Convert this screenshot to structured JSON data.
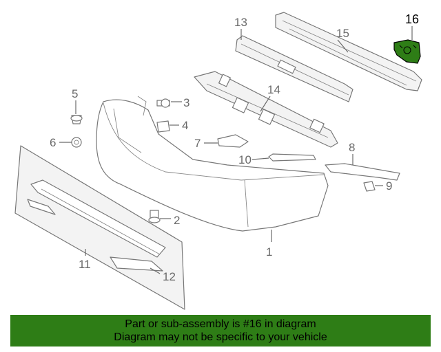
{
  "diagram": {
    "callouts": {
      "c1": "1",
      "c2": "2",
      "c3": "3",
      "c4": "4",
      "c5": "5",
      "c6": "6",
      "c7": "7",
      "c8": "8",
      "c9": "9",
      "c10": "10",
      "c11": "11",
      "c12": "12",
      "c13": "13",
      "c14": "14",
      "c15": "15",
      "c16": "16"
    },
    "highlighted_part": "16",
    "highlight_color": "#2e7d16"
  },
  "banner": {
    "line1": "Part or sub-assembly is #16 in diagram",
    "line2": "Diagram may not be specific to your vehicle",
    "background": "#2e7d16"
  }
}
